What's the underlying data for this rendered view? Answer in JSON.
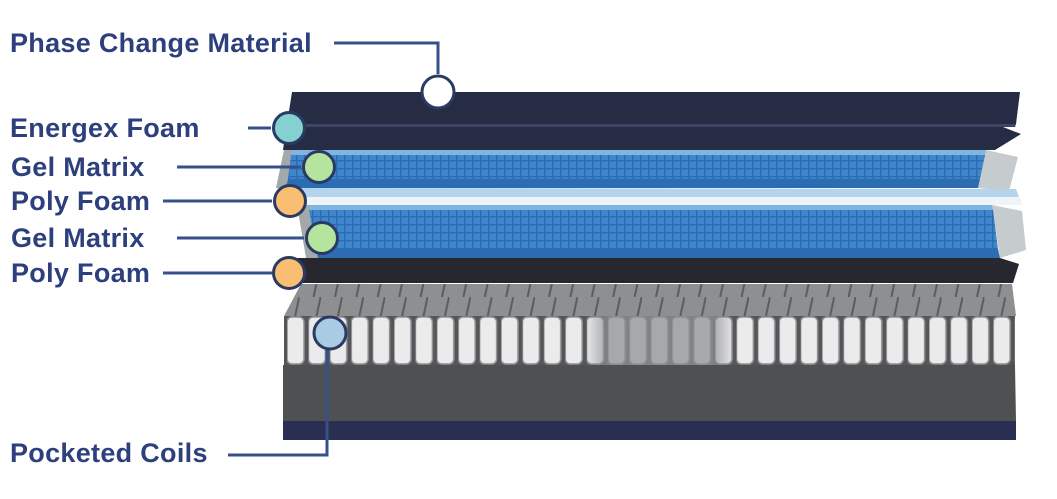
{
  "diagram": {
    "type": "mattress-layer-cutaway",
    "labels": [
      {
        "id": "phase-change-material",
        "text": "Phase Change Material"
      },
      {
        "id": "energex-foam",
        "text": "Energex Foam"
      },
      {
        "id": "gel-matrix-1",
        "text": "Gel Matrix"
      },
      {
        "id": "poly-foam-1",
        "text": "Poly Foam"
      },
      {
        "id": "gel-matrix-2",
        "text": "Gel Matrix"
      },
      {
        "id": "poly-foam-2",
        "text": "Poly Foam"
      },
      {
        "id": "pocketed-coils",
        "text": "Pocketed Coils"
      }
    ]
  },
  "colors": {
    "background": "#ffffff",
    "label_text": "#2e3f7d",
    "callout_line": "#35508a",
    "marker_stroke": "#2b3a63",
    "marker_white": "#ffffff",
    "marker_teal": "#85d0d0",
    "marker_green": "#b5e49f",
    "marker_orange": "#f9be71",
    "marker_blue": "#a9cbe4",
    "cover_navy": "#272c45",
    "cover_gap": "#3d4464",
    "gel_base": "#3f86cc",
    "gel_grid_line": "#2b6db3",
    "gel_top_strip": "#7fb5de",
    "gel_bottom_band": "#2b6cb2",
    "band_light_blue": "#b3d4ec",
    "band_white": "#eff4f9",
    "wedge_left": "#a3a8ab",
    "wedge_right": "#c6cbcd",
    "poly_foam_slab": "#27272f",
    "coil_top_face": "#8d8f91",
    "coil_top_line": "#5a5c5e",
    "coil_fill": "#ebebeb",
    "coil_stroke": "#8f9193",
    "coil_gap_bg": "#54565a",
    "coil_mid_shade": "#8f9194",
    "lower_slab": "#4f5052",
    "base_navy": "#2a2e52"
  }
}
